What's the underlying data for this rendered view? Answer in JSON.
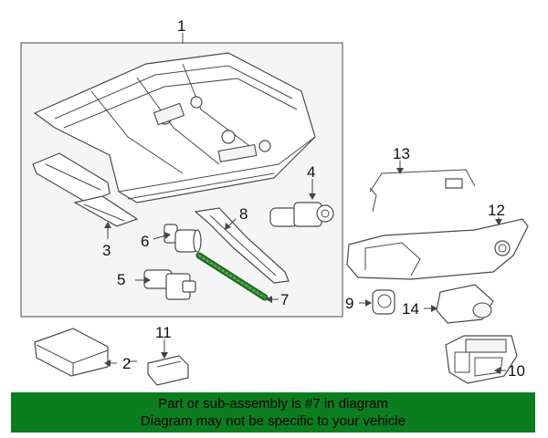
{
  "callouts": [
    {
      "id": "1",
      "label": "1"
    },
    {
      "id": "2",
      "label": "2"
    },
    {
      "id": "3",
      "label": "3"
    },
    {
      "id": "4",
      "label": "4"
    },
    {
      "id": "5",
      "label": "5"
    },
    {
      "id": "6",
      "label": "6"
    },
    {
      "id": "7",
      "label": "7"
    },
    {
      "id": "8",
      "label": "8"
    },
    {
      "id": "9",
      "label": "9"
    },
    {
      "id": "10",
      "label": "10"
    },
    {
      "id": "11",
      "label": "11"
    },
    {
      "id": "12",
      "label": "12"
    },
    {
      "id": "13",
      "label": "13"
    },
    {
      "id": "14",
      "label": "14"
    }
  ],
  "highlight": {
    "part": "7",
    "color": "#2e8b2e"
  },
  "banner": {
    "line1": "Part or sub-assembly is #7 in diagram",
    "line2": "Diagram may not be specific to your vehicle",
    "background": "#0b7d1f"
  }
}
